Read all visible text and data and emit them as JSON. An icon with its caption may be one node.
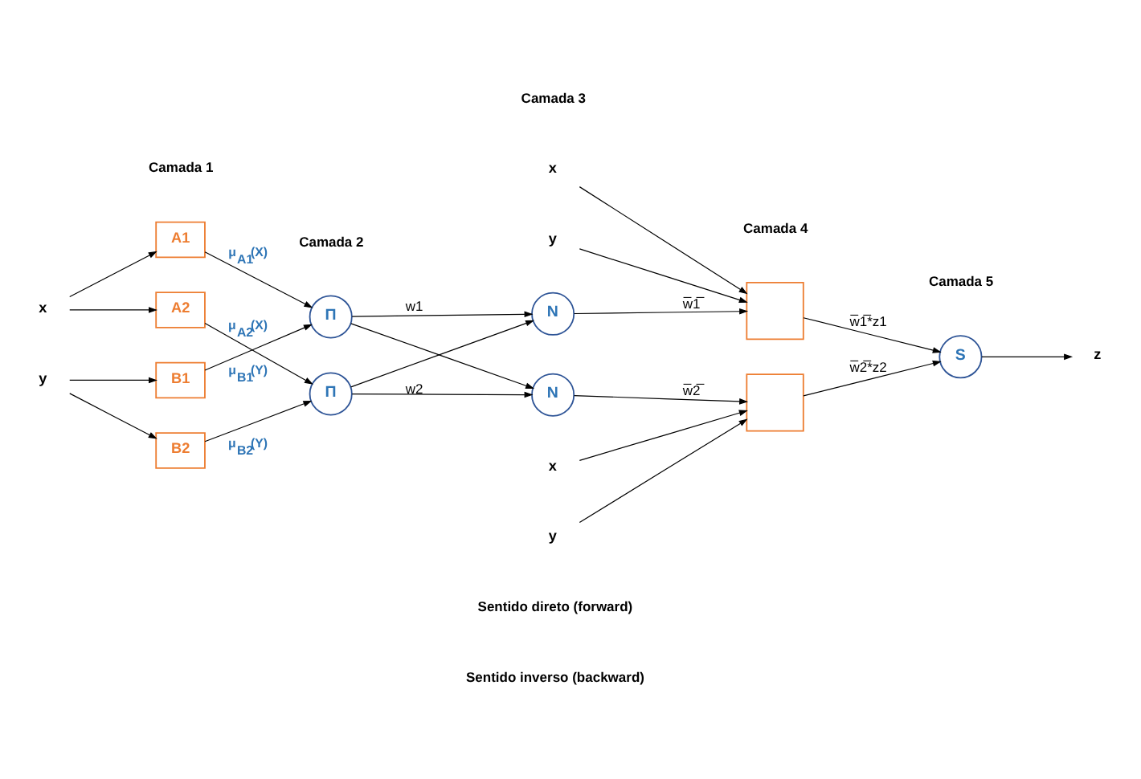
{
  "diagram": {
    "nodes": [
      {
        "text": [
          "x"
        ]
      },
      {
        "text": [
          "y"
        ]
      },
      {
        "text": [
          "A1"
        ]
      },
      {
        "text": [
          "A2"
        ]
      },
      {
        "text": [
          "B1"
        ]
      },
      {
        "text": [
          "B2"
        ]
      },
      {
        "text": [
          "Π"
        ]
      },
      {
        "text": [
          "Π"
        ]
      },
      {
        "text": [
          "N"
        ]
      },
      {
        "text": [
          "N"
        ]
      },
      {
        "text": [],
        "shape": "box"
      },
      {
        "text": [],
        "shape": "box"
      },
      {
        "text": [
          "S"
        ]
      },
      {
        "text": [
          "z"
        ]
      },
      {
        "text": [
          "x"
        ]
      },
      {
        "text": [
          "y"
        ]
      },
      {
        "text": [
          "x"
        ]
      },
      {
        "text": [
          "y"
        ]
      }
    ],
    "edges": [
      {
        "from": 0,
        "to": 2,
        "arrow": "to"
      },
      {
        "from": 0,
        "to": 3,
        "arrow": "to"
      },
      {
        "from": 1,
        "to": 4,
        "arrow": "to"
      },
      {
        "from": 1,
        "to": 5,
        "arrow": "to"
      },
      {
        "from": 2,
        "to": 6,
        "arrow": "to",
        "label": "μ$_{A1}$(X)"
      },
      {
        "from": 3,
        "to": 7,
        "arrow": "to",
        "label": "μ$_{A2}$(X)"
      },
      {
        "from": 4,
        "to": 6,
        "arrow": "to",
        "label": "μ$_{B1}$(Y)"
      },
      {
        "from": 5,
        "to": 7,
        "arrow": "to",
        "label": "μ$_{B2}$(Y)"
      },
      {
        "from": 6,
        "to": 8,
        "arrow": "to",
        "label": "w1"
      },
      {
        "from": 6,
        "to": 9,
        "arrow": "to"
      },
      {
        "from": 7,
        "to": 8,
        "arrow": "to"
      },
      {
        "from": 7,
        "to": 9,
        "arrow": "to",
        "label": "w2"
      },
      {
        "from": 8,
        "to": 10,
        "arrow": "to",
        "label": "w̅1̅"
      },
      {
        "from": 9,
        "to": 11,
        "arrow": "to",
        "label": "w̅2̅"
      },
      {
        "from": 14,
        "to": 10,
        "arrow": "to"
      },
      {
        "from": 15,
        "to": 10,
        "arrow": "to"
      },
      {
        "from": 16,
        "to": 11,
        "arrow": "to"
      },
      {
        "from": 17,
        "to": 11,
        "arrow": "to"
      },
      {
        "from": 10,
        "to": 12,
        "arrow": "to",
        "label": "w̅1̅*z1"
      },
      {
        "from": 11,
        "to": 12,
        "arrow": "to",
        "label": "w̅2̅*z2"
      },
      {
        "from": 12,
        "to": 13,
        "arrow": "to"
      }
    ],
    "labels": [
      "Camada 1",
      "Camada 2",
      "Camada 3",
      "Camada 4",
      "Camada 5",
      "Sentido direto (forward)",
      "Sentido inverso (backward)"
    ]
  }
}
